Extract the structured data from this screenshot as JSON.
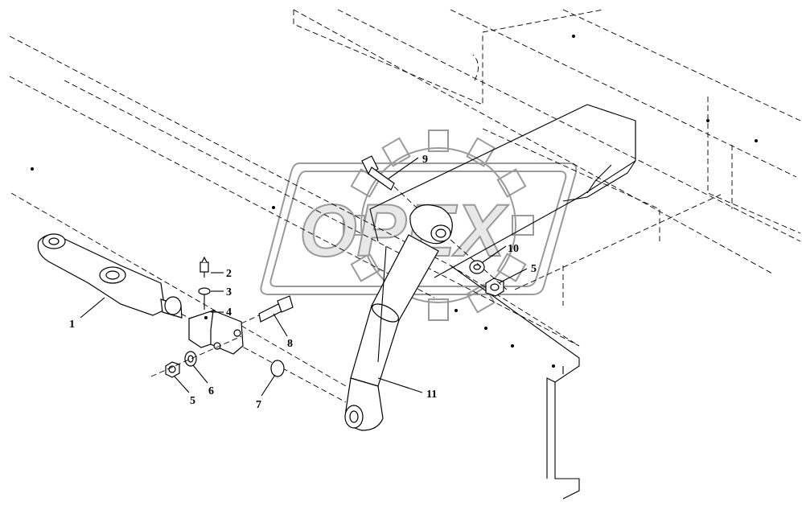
{
  "watermark": {
    "text": "OPEX"
  },
  "callouts": [
    {
      "id": "c1",
      "text": "1"
    },
    {
      "id": "c2",
      "text": "2"
    },
    {
      "id": "c3",
      "text": "3"
    },
    {
      "id": "c4",
      "text": "4"
    },
    {
      "id": "c5a",
      "text": "5"
    },
    {
      "id": "c5b",
      "text": "5"
    },
    {
      "id": "c6",
      "text": "6"
    },
    {
      "id": "c7",
      "text": "7"
    },
    {
      "id": "c8",
      "text": "8"
    },
    {
      "id": "c9",
      "text": "9"
    },
    {
      "id": "c10",
      "text": "10"
    },
    {
      "id": "c11",
      "text": "11"
    }
  ]
}
